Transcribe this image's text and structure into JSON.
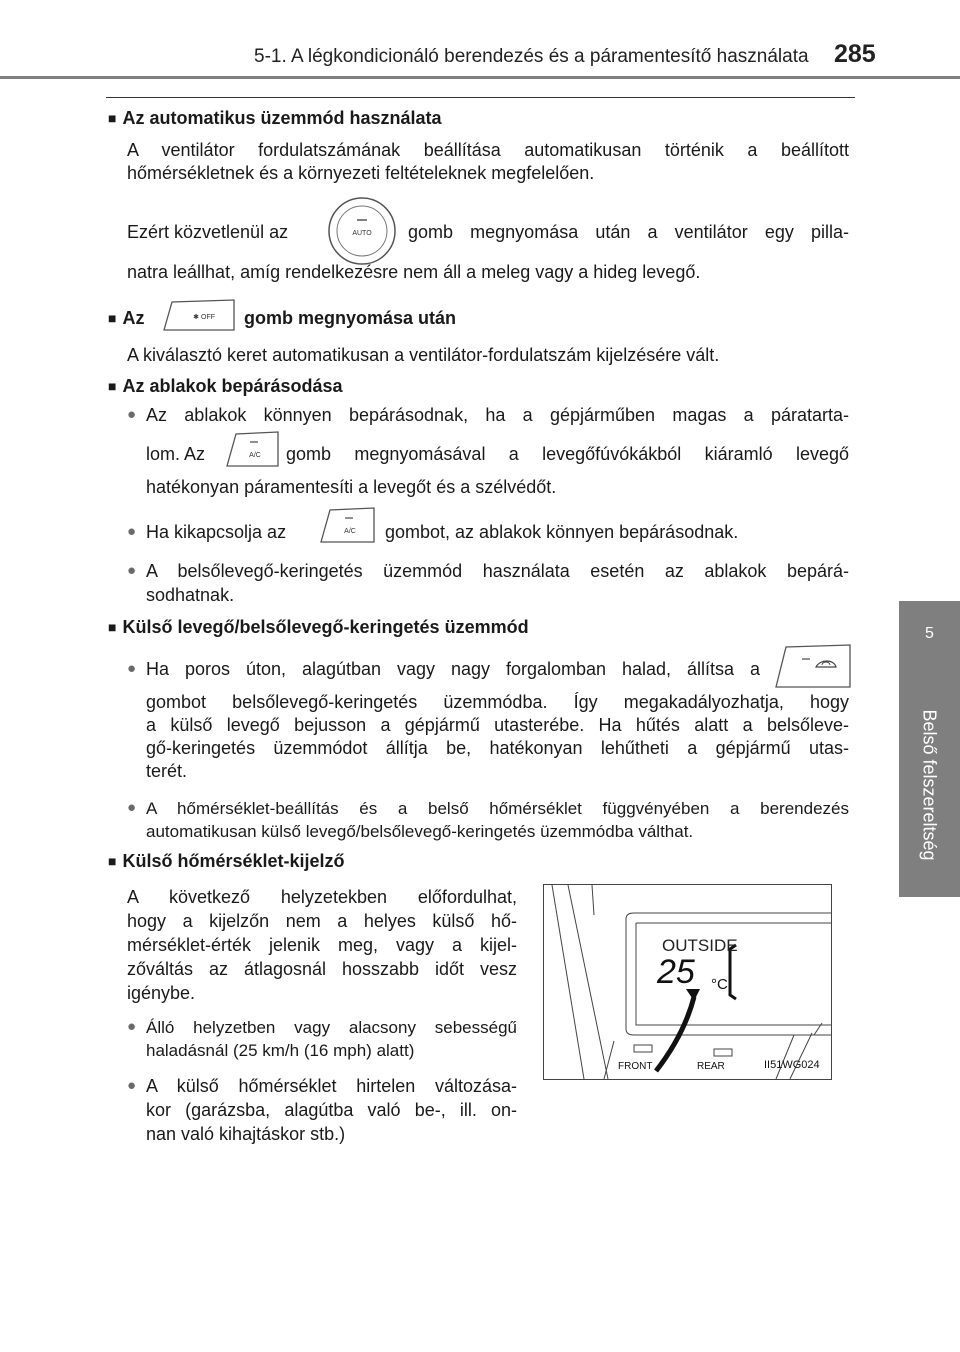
{
  "header": {
    "title": "5-1. A légkondicionáló berendezés és a páramentesítő használata",
    "page_number": "285"
  },
  "side_tab": {
    "chapter": "5",
    "label": "Belső felszereltség"
  },
  "sections": {
    "auto_mode": {
      "heading": "Az automatikus üzemmód használata",
      "p1_line1": "A ventilátor fordulatszámának beállítása automatikusan történik a beállított",
      "p1_line2": "hőmérsékletnek és a környezeti feltételeknek megfelelően.",
      "p2_before": "Ezért közvetlenül az",
      "p2_after": "gomb megnyomása után a ventilátor egy pilla-",
      "p2_line2": "natra leállhat, amíg rendelkezésre nem áll a meleg vagy a hideg levegő.",
      "auto_button_text": "AUTO"
    },
    "off_button": {
      "heading_prefix": "Az",
      "heading_suffix": "gomb megnyomása után",
      "off_button_text": "OFF",
      "text": "A kiválasztó keret automatikusan a ventilátor-fordulatszám kijelzésére vált."
    },
    "fogging": {
      "heading": "Az ablakok bepárásodása",
      "b1_line1": "Az ablakok könnyen bepárásodnak, ha a gépjárműben magas a páratarta-",
      "b1_line2_before": "lom. Az",
      "b1_line2_after": "gomb megnyomásával a levegőfúvókákból kiáramló levegő",
      "b1_line3": "hatékonyan páramentesíti a levegőt és a szélvédőt.",
      "b2_before": "Ha kikapcsolja az",
      "b2_after": "gombot, az ablakok könnyen bepárásodnak.",
      "b3_line1": "A belsőlevegő-keringetés üzemmód használata esetén az ablakok bepárá-",
      "b3_line2": "sodhatnak.",
      "ac_button_text": "A/C"
    },
    "recirculation": {
      "heading": "Külső levegő/belsőlevegő-keringetés üzemmód",
      "b1_line1": "Ha poros úton, alagútban vagy nagy forgalomban halad, állítsa a",
      "b1_line2": "gombot belsőlevegő-keringetés üzemmódba. Így megakadályozhatja, hogy",
      "b1_line3": "a külső levegő bejusson a gépjármű utasterébe. Ha hűtés alatt a belsőleve-",
      "b1_line4": "gő-keringetés üzemmódot állítja be, hatékonyan lehűtheti a gépjármű utas-",
      "b1_line5": "terét.",
      "b2_line1": "A hőmérséklet-beállítás és a belső hőmérséklet függvényében a berendezés",
      "b2_line2": "automatikusan külső levegő/belsőlevegő-keringetés üzemmódba válthat."
    },
    "outside_temp": {
      "heading": "Külső hőmérséklet-kijelző",
      "intro_line1": "A következő helyzetekben előfordulhat,",
      "intro_line2": "hogy a kijelzőn nem a helyes külső hő-",
      "intro_line3": "mérséklet-érték jelenik meg, vagy a kijel-",
      "intro_line4": "zőváltás az átlagosnál hosszabb időt vesz",
      "intro_line5": "igénybe.",
      "b1_line1": "Álló helyzetben vagy alacsony sebességű",
      "b1_line2": "haladásnál (25 km/h (16 mph) alatt)",
      "b2_line1": "A külső hőmérséklet hirtelen változása-",
      "b2_line2": "kor (garázsba, alagútba való be-, ill. on-",
      "b2_line3": "nan való kihajtáskor stb.)"
    }
  },
  "figure": {
    "display_label": "OUTSIDE",
    "temperature": "25",
    "unit": "°C",
    "button_front": "FRONT",
    "button_rear": "REAR",
    "code": "II51WG024"
  },
  "markers": {
    "square": "■",
    "bullet": "●"
  },
  "colors": {
    "side_tab": "#7f7f7f",
    "rule": "#808080"
  }
}
